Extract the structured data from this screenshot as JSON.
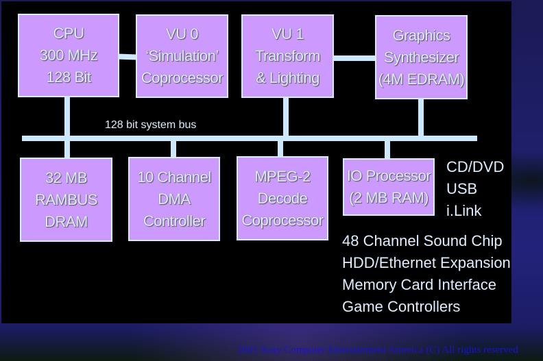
{
  "diagram": {
    "title": "PlayStation 2 architecture block diagram",
    "bus_label": "128 bit system bus",
    "top_row": [
      {
        "id": "cpu",
        "lines": [
          "CPU",
          "300 MHz",
          "128 Bit"
        ]
      },
      {
        "id": "vu0",
        "lines": [
          "VU 0",
          "‘Simulation’",
          "Coprocessor"
        ]
      },
      {
        "id": "vu1",
        "lines": [
          "VU 1",
          "Transform",
          "& Lighting"
        ]
      },
      {
        "id": "gs",
        "lines": [
          "Graphics",
          "Synthesizer",
          "(4M EDRAM)"
        ]
      }
    ],
    "bottom_row": [
      {
        "id": "ram",
        "lines": [
          "32 MB",
          "RAMBUS",
          "DRAM"
        ]
      },
      {
        "id": "dma",
        "lines": [
          "10 Channel",
          "DMA",
          "Controller"
        ]
      },
      {
        "id": "mpeg",
        "lines": [
          "MPEG-2",
          "Decode",
          "Coprocessor"
        ]
      },
      {
        "id": "iop",
        "lines": [
          "IO Processor",
          "(2 MB RAM)"
        ]
      }
    ],
    "iop_peripherals": [
      "CD/DVD",
      "USB",
      "i.Link"
    ],
    "other_peripherals": [
      "48 Channel Sound Chip",
      "HDD/Ethernet Expansion",
      "Memory Card Interface",
      "Game Controllers"
    ],
    "connections": [
      [
        "cpu",
        "vu0"
      ],
      [
        "vu1",
        "gs"
      ],
      [
        "cpu",
        "bus"
      ],
      [
        "vu1",
        "bus"
      ],
      [
        "gs",
        "bus"
      ],
      [
        "ram",
        "bus"
      ],
      [
        "dma",
        "bus"
      ],
      [
        "mpeg",
        "bus"
      ],
      [
        "iop",
        "bus"
      ]
    ]
  },
  "footer": {
    "copyright": "2001 Sony Computer Entertainment America (C) All rights reserved"
  },
  "colors": {
    "box_fill": "#cc99ff",
    "box_border": "#d4eeff",
    "bus": "#cce8ff",
    "text": "#dceeff",
    "copyright": "#1a10d8",
    "panel": "#000000"
  }
}
